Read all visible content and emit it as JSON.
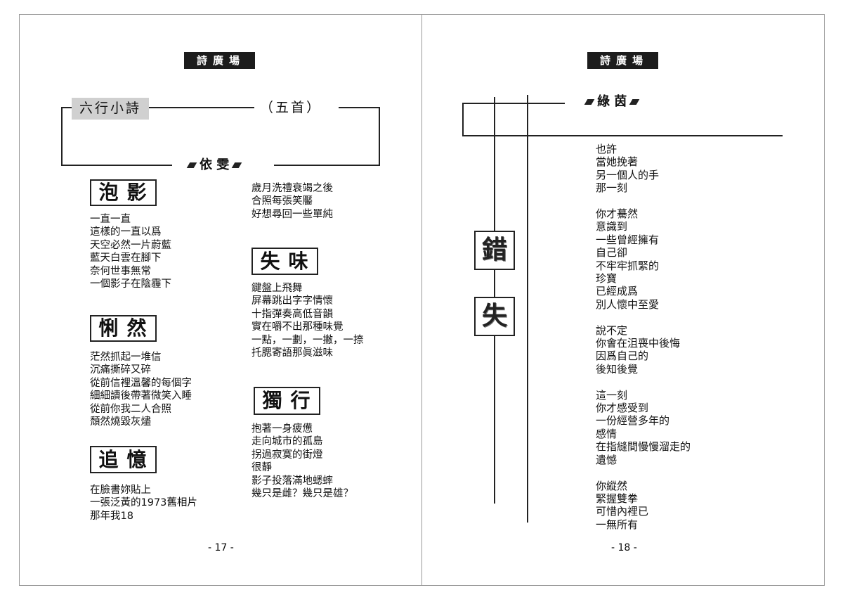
{
  "left_page": {
    "header": "詩廣場",
    "series_title": "六行小詩",
    "series_count": "（五首）",
    "author": "依 雯",
    "poems": [
      {
        "title": "泡影",
        "lines": [
          "一直一直",
          "這樣的一直以爲",
          "天空必然一片蔚藍",
          "藍天白雲在腳下",
          "奈何世事無常",
          "一個影子在陰霾下"
        ]
      },
      {
        "title": "悧然",
        "lines": [
          "茫然抓起一堆信",
          "沉痛撕碎又碎",
          "從前信裡溫馨的每個字",
          "細細讀後帶著微笑入睡",
          "從前你我二人合照",
          "頹然燒毀灰燼"
        ]
      },
      {
        "title": "追憶",
        "lines": [
          "在臉書妳貼上",
          "一張泛黃的1973舊相片",
          "那年我18"
        ]
      },
      {
        "title": "",
        "lines": [
          "歲月洗禮衰竭之後",
          "合照每張笑靨",
          "好想尋回一些單純"
        ]
      },
      {
        "title": "失味",
        "lines": [
          "鍵盤上飛舞",
          "屏幕跳出字字情懷",
          "十指彈奏高低音韻",
          "實在嚼不出那種味覺",
          "一點，一劃，一撇，一捺",
          "托腮寄語那眞滋味"
        ]
      },
      {
        "title": "獨行",
        "lines": [
          "抱著一身疲憊",
          "走向城市的孤島",
          "拐過寂寞的街燈",
          "很靜",
          "影子投落滿地蟋蟀",
          "幾只是雌？幾只是雄？"
        ]
      }
    ],
    "page_number": "- 17 -"
  },
  "right_page": {
    "header": "詩廣場",
    "author": "綠 茵",
    "title_chars": [
      "錯",
      "失"
    ],
    "stanzas": [
      [
        "也許",
        "當她挽著",
        "另一個人的手",
        "那一刻"
      ],
      [
        "你才驀然",
        "意識到",
        "一些曾經擁有",
        "自己卻",
        "不牢牢抓緊的",
        "珍寶",
        "已經成爲",
        "別人懷中至愛"
      ],
      [
        "說不定",
        "你會在沮喪中後悔",
        "因爲自己的",
        "後知後覺"
      ],
      [
        "這一刻",
        "你才感受到",
        "一份經營多年的",
        "感情",
        "在指縫間慢慢溜走的",
        "遺憾"
      ],
      [
        "你縱然",
        "緊握雙拳",
        "可惜內裡已",
        "一無所有"
      ]
    ],
    "page_number": "- 18 -"
  }
}
